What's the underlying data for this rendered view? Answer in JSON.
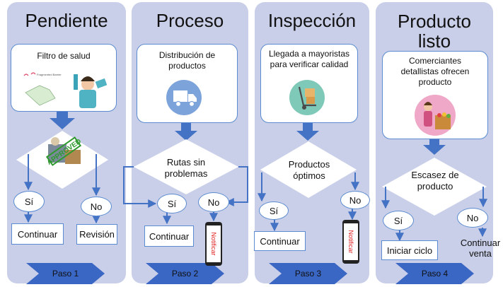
{
  "columns": [
    {
      "title": "Pendiente",
      "box": "Filtro de salud",
      "illustration_caption": "Fragmented Barrier",
      "stamp": "APPROVED",
      "yes": "Sí",
      "no": "No",
      "yes_action": "Continuar",
      "no_action": "Revisión",
      "step": "Paso 1"
    },
    {
      "title": "Proceso",
      "box": "Distribución de productos",
      "decision": "Rutas sin problemas",
      "yes": "Sí",
      "no": "No",
      "yes_action": "Continuar",
      "no_action": "Notificar",
      "step": "Paso 2"
    },
    {
      "title": "Inspección",
      "box": "Llegada a mayoristas para verificar calidad",
      "decision": "Productos óptimos",
      "yes": "Sí",
      "no": "No",
      "yes_action": "Continuar",
      "no_action": "Notificar",
      "step": "Paso 3"
    },
    {
      "title": "Producto listo",
      "box": "Comerciantes detallistas ofrecen producto",
      "decision": "Escasez de producto",
      "yes": "Sí",
      "no": "No",
      "yes_action": "Iniciar ciclo",
      "no_action": "Continuar venta",
      "step": "Paso 4"
    }
  ],
  "colors": {
    "column_bg": "#c9cfe8",
    "border_blue": "#5b8bd0",
    "arrow_blue": "#4472c4",
    "chevron_blue": "#3a66c4",
    "notify_red": "#e02020"
  },
  "icons": [
    "health-filter-illustration",
    "approved-stamp-icon",
    "truck-icon",
    "hand-truck-icon",
    "shopkeeper-icon",
    "phone-icon"
  ]
}
